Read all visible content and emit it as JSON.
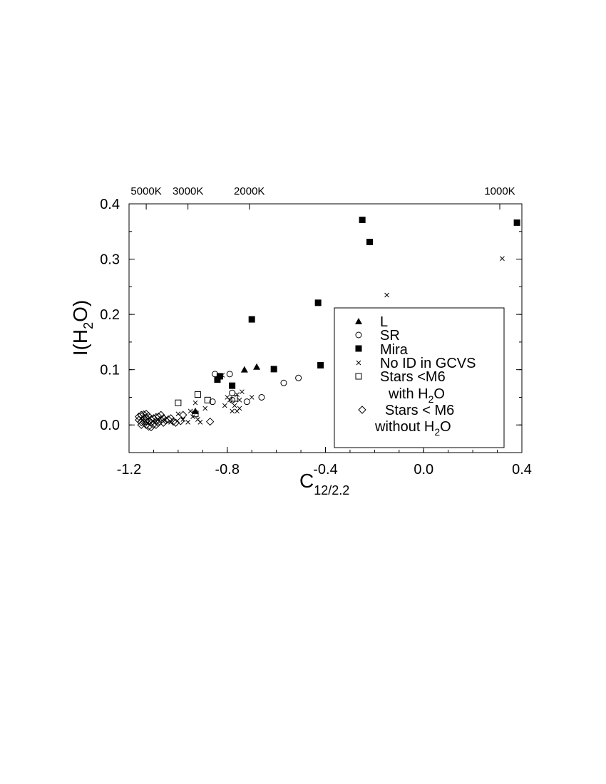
{
  "chart_data": {
    "type": "scatter",
    "xlabel_main": "C",
    "xlabel_sub": "12/2.2",
    "ylabel_pre": "I(H",
    "ylabel_sub": "2",
    "ylabel_post": "O)",
    "xlim": [
      -1.2,
      0.4
    ],
    "ylim": [
      -0.05,
      0.4
    ],
    "x_ticks": [
      {
        "value": -1.2,
        "label": "-1.2"
      },
      {
        "value": -0.8,
        "label": "-0.8"
      },
      {
        "value": -0.4,
        "label": "-0.4"
      },
      {
        "value": 0.0,
        "label": "0.0"
      },
      {
        "value": 0.4,
        "label": "0.4"
      }
    ],
    "y_ticks": [
      {
        "value": 0.0,
        "label": "0.0"
      },
      {
        "value": 0.1,
        "label": "0.1"
      },
      {
        "value": 0.2,
        "label": "0.2"
      },
      {
        "value": 0.3,
        "label": "0.3"
      },
      {
        "value": 0.4,
        "label": "0.4"
      }
    ],
    "top_axis_labels": [
      {
        "value": -1.13,
        "label": "5000K"
      },
      {
        "value": -0.96,
        "label": "3000K"
      },
      {
        "value": -0.71,
        "label": "2000K"
      },
      {
        "value": 0.31,
        "label": "1000K"
      }
    ],
    "grid": false,
    "legend_position": "right",
    "legend": [
      {
        "symbol": "triangle-filled",
        "lines": [
          "L"
        ]
      },
      {
        "symbol": "circle-open",
        "lines": [
          "SR"
        ]
      },
      {
        "symbol": "square-filled",
        "lines": [
          "Mira"
        ]
      },
      {
        "symbol": "x",
        "lines": [
          "No ID in GCVS"
        ]
      },
      {
        "symbol": "square-open",
        "lines": [
          "Stars <M6",
          "with H",
          "2",
          "O"
        ]
      },
      {
        "symbol": "diamond-open",
        "lines": [
          "Stars < M6",
          "without H",
          "2",
          "O"
        ]
      }
    ],
    "series": [
      {
        "name": "L",
        "symbol": "triangle-filled",
        "points": [
          [
            -0.93,
            0.025
          ],
          [
            -0.73,
            0.1
          ],
          [
            -0.68,
            0.105
          ]
        ]
      },
      {
        "name": "SR",
        "symbol": "circle-open",
        "points": [
          [
            -0.85,
            0.092
          ],
          [
            -0.79,
            0.092
          ],
          [
            -0.78,
            0.058
          ],
          [
            -0.78,
            0.045
          ],
          [
            -0.86,
            0.042
          ],
          [
            -0.72,
            0.042
          ],
          [
            -0.66,
            0.05
          ],
          [
            -0.57,
            0.076
          ],
          [
            -0.51,
            0.085
          ]
        ]
      },
      {
        "name": "Mira",
        "symbol": "square-filled",
        "points": [
          [
            -0.25,
            0.371
          ],
          [
            -0.22,
            0.331
          ],
          [
            0.38,
            0.366
          ],
          [
            -0.7,
            0.191
          ],
          [
            -0.43,
            0.221
          ],
          [
            -0.42,
            0.108
          ],
          [
            -0.61,
            0.101
          ],
          [
            -0.83,
            0.088
          ],
          [
            -0.84,
            0.082
          ],
          [
            -0.78,
            0.071
          ]
        ]
      },
      {
        "name": "No ID in GCVS",
        "symbol": "x",
        "points": [
          [
            0.32,
            0.301
          ],
          [
            -0.15,
            0.235
          ],
          [
            -0.82,
            0.09
          ],
          [
            -0.76,
            0.055
          ],
          [
            -0.74,
            0.06
          ],
          [
            -0.75,
            0.045
          ],
          [
            -0.77,
            0.035
          ],
          [
            -0.78,
            0.025
          ],
          [
            -0.8,
            0.05
          ],
          [
            -0.81,
            0.035
          ],
          [
            -0.79,
            0.045
          ],
          [
            -0.76,
            0.025
          ],
          [
            -0.7,
            0.05
          ],
          [
            -0.93,
            0.04
          ],
          [
            -0.89,
            0.03
          ],
          [
            -0.95,
            0.025
          ],
          [
            -0.94,
            0.015
          ],
          [
            -0.92,
            0.01
          ],
          [
            -0.96,
            0.005
          ],
          [
            -0.98,
            0.01
          ],
          [
            -1.0,
            0.02
          ],
          [
            -1.03,
            0.005
          ],
          [
            -0.91,
            0.005
          ],
          [
            -0.75,
            0.03
          ]
        ]
      },
      {
        "name": "Stars <M6 with H2O",
        "symbol": "square-open",
        "points": [
          [
            -1.0,
            0.04
          ],
          [
            -0.92,
            0.055
          ],
          [
            -0.88,
            0.045
          ],
          [
            -0.93,
            0.02
          ],
          [
            -0.77,
            0.048
          ]
        ]
      },
      {
        "name": "Stars < M6 without H2O",
        "symbol": "diamond-open",
        "points": [
          [
            -1.16,
            0.015
          ],
          [
            -1.15,
            0.018
          ],
          [
            -1.14,
            0.012
          ],
          [
            -1.13,
            0.02
          ],
          [
            -1.12,
            0.016
          ],
          [
            -1.11,
            0.01
          ],
          [
            -1.14,
            0.005
          ],
          [
            -1.13,
            0.0
          ],
          [
            -1.12,
            -0.003
          ],
          [
            -1.11,
            0.004
          ],
          [
            -1.1,
            0.012
          ],
          [
            -1.09,
            0.007
          ],
          [
            -1.08,
            0.015
          ],
          [
            -1.07,
            0.018
          ],
          [
            -1.06,
            0.012
          ],
          [
            -1.05,
            0.008
          ],
          [
            -1.04,
            0.01
          ],
          [
            -1.03,
            0.012
          ],
          [
            -1.02,
            0.006
          ],
          [
            -1.15,
            0.005
          ],
          [
            -1.16,
            0.009
          ],
          [
            -1.13,
            0.013
          ],
          [
            -1.12,
            0.007
          ],
          [
            -1.1,
            0.001
          ],
          [
            -1.09,
            0.014
          ],
          [
            -1.08,
            0.004
          ],
          [
            -1.07,
            0.009
          ],
          [
            -1.11,
            -0.004
          ],
          [
            -1.14,
            0.019
          ],
          [
            -1.09,
            0.0
          ],
          [
            -1.06,
            0.004
          ],
          [
            -0.98,
            0.018
          ],
          [
            -0.99,
            0.007
          ],
          [
            -1.01,
            0.004
          ],
          [
            -0.87,
            0.006
          ],
          [
            -1.15,
            0.0
          ],
          [
            -1.13,
            0.007
          ]
        ]
      }
    ]
  }
}
